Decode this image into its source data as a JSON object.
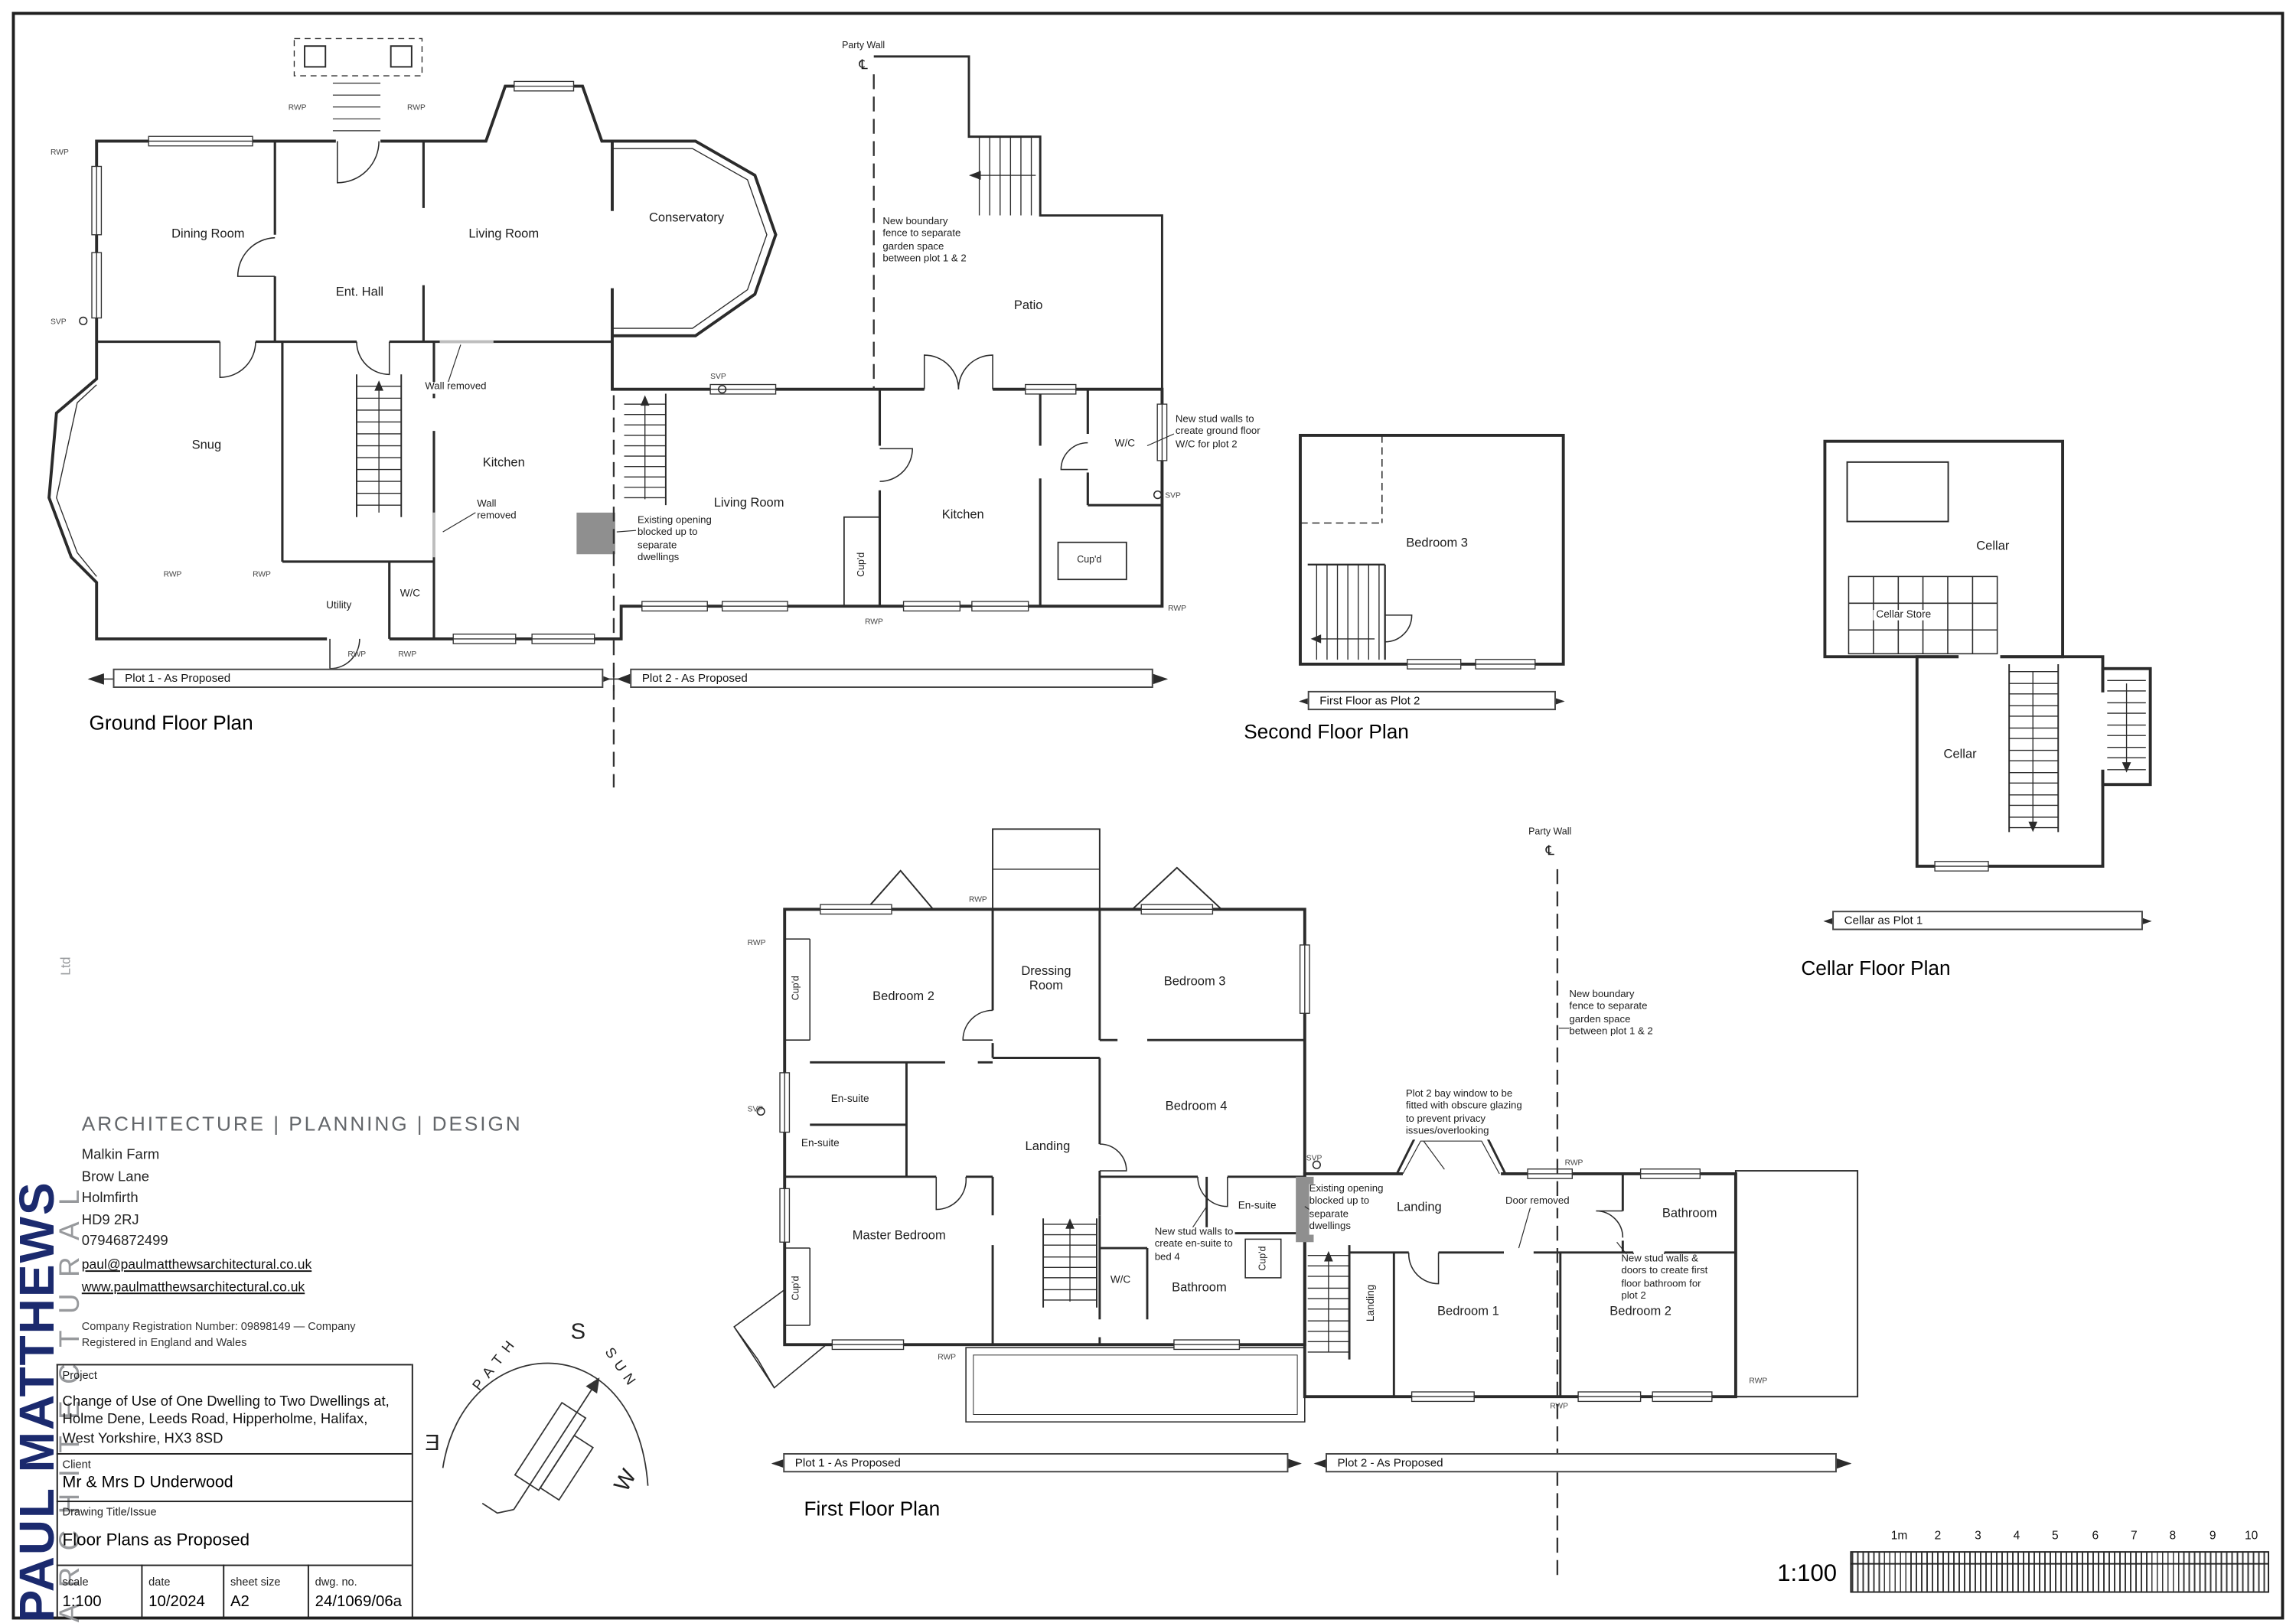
{
  "sheet": {
    "scale_ratio": "1:100"
  },
  "labels": {
    "rwp": "RWP",
    "svp": "SVP"
  },
  "plans": {
    "ground": {
      "title": "Ground Floor Plan",
      "bar_plot1": "Plot 1 - As Proposed",
      "bar_plot2": "Plot 2 - As Proposed",
      "rooms": {
        "dining": "Dining Room",
        "living": "Living Room",
        "conservatory": "Conservatory",
        "ent_hall": "Ent. Hall",
        "snug": "Snug",
        "kitchen": "Kitchen",
        "utility": "Utility",
        "wc": "W/C",
        "living2": "Living Room",
        "kitchen2": "Kitchen",
        "wc2": "W/C",
        "cupd": "Cup'd",
        "cupd2": "Cup'd",
        "patio": "Patio"
      },
      "notes": {
        "party_wall": "Party Wall",
        "party_symbol": "℄",
        "boundary_fence": "New boundary fence to separate garden space between plot 1 & 2",
        "stud_wc": "New stud walls to create ground floor W/C for plot 2",
        "blocked": "Existing opening blocked up to separate dwellings",
        "wall_removed1": "Wall removed",
        "wall_removed2": "Wall removed"
      }
    },
    "second": {
      "title": "Second Floor Plan",
      "bar": "First Floor as Plot 2",
      "rooms": {
        "bedroom3": "Bedroom 3"
      }
    },
    "cellar": {
      "title": "Cellar Floor Plan",
      "bar": "Cellar as Plot 1",
      "rooms": {
        "cellar_top": "Cellar",
        "store": "Cellar Store",
        "cellar_main": "Cellar"
      }
    },
    "first": {
      "title": "First Floor Plan",
      "bar_plot1": "Plot 1 - As Proposed",
      "bar_plot2": "Plot 2 - As Proposed",
      "rooms": {
        "bedroom2": "Bedroom 2",
        "dressing": "Dressing Room",
        "bedroom3": "Bedroom 3",
        "ensuite1": "En-suite",
        "ensuite2": "En-suite",
        "bedroom4": "Bedroom 4",
        "landing": "Landing",
        "master": "Master Bedroom",
        "wc": "W/C",
        "bathroom": "Bathroom",
        "ensuite3": "En-suite",
        "cupd1": "Cup'd",
        "cupd2": "Cup'd",
        "cupd3": "Cup'd",
        "landing2": "Landing",
        "landing2v": "Landing",
        "bedroom1_p2": "Bedroom 1",
        "bedroom2_p2": "Bedroom 2",
        "bathroom2": "Bathroom"
      },
      "notes": {
        "party_wall": "Party Wall",
        "party_symbol": "℄",
        "boundary_fence": "New boundary fence to separate garden space between plot 1 & 2",
        "bay_glazing": "Plot 2 bay window to be fitted with obscure glazing to prevent privacy issues/overlooking",
        "blocked": "Existing opening blocked up to separate dwellings",
        "stud_ensuite": "New stud walls to create en-suite to bed 4",
        "door_removed": "Door removed",
        "stud_bathroom": "New stud walls & doors to create first floor bathroom for plot 2"
      }
    }
  },
  "compass": {
    "s": "S",
    "e": "E",
    "w": "W",
    "path_word": "PATH",
    "sun_word": "SUN"
  },
  "scale_bar": {
    "ratio": "1:100",
    "ticks": [
      "1m",
      "2",
      "3",
      "4",
      "5",
      "6",
      "7",
      "8",
      "9",
      "10"
    ]
  },
  "title_block": {
    "brand": {
      "name": "PAUL MATTHEWS",
      "sub": "ARCHITECTURAL",
      "ltd": "Ltd"
    },
    "tagline": "ARCHITECTURE | PLANNING | DESIGN",
    "address": [
      "Malkin Farm",
      "Brow Lane",
      "Holmfirth",
      "HD9 2RJ",
      "07946872499"
    ],
    "email": "paul@paulmatthewsarchitectural.co.uk",
    "website": "www.paulmatthewsarchitectural.co.uk",
    "registration": "Company Registration Number: 09898149 — Company Registered in England and Wales",
    "project_label": "Project",
    "project": "Change of Use of One Dwelling to Two Dwellings at, Holme Dene, Leeds Road, Hipperholme, Halifax, West Yorkshire, HX3 8SD",
    "client_label": "Client",
    "client": "Mr & Mrs D Underwood",
    "drawing_label": "Drawing Title/Issue",
    "drawing_title": "Floor Plans as Proposed",
    "fields": {
      "scale_label": "scale",
      "scale": "1:100",
      "date_label": "date",
      "date": "10/2024",
      "sheet_label": "sheet size",
      "sheet": "A2",
      "dwg_label": "dwg. no.",
      "dwg": "24/1069/06a"
    },
    "colors": {
      "brand_navy": "#1b2a6e",
      "brand_gray": "#97999c",
      "line": "#2b2b2b"
    }
  }
}
